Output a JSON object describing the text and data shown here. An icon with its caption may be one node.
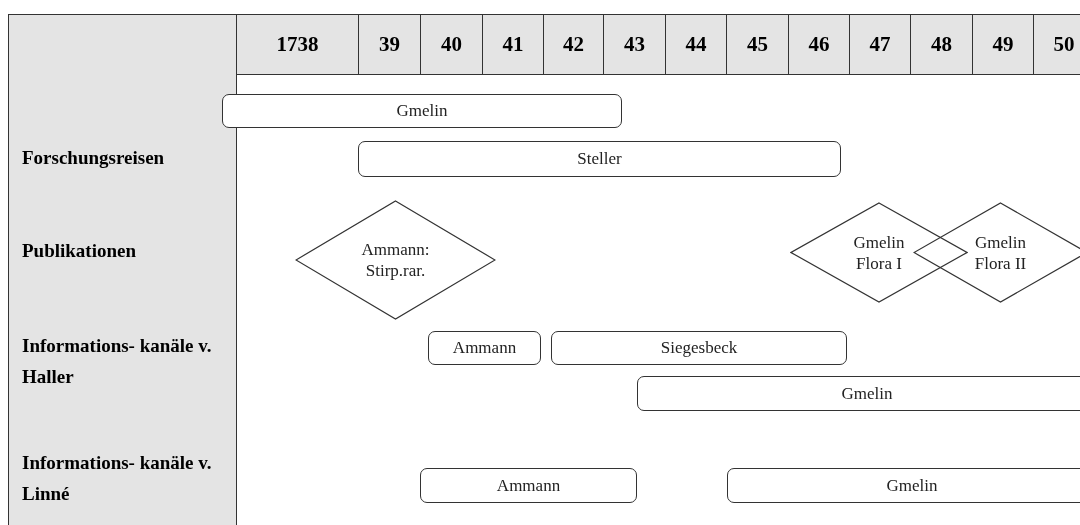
{
  "diagram": {
    "nodes": [
      {
        "text": [
          "Gmelin"
        ]
      },
      {
        "text": [
          "Steller"
        ]
      },
      {
        "text": [
          "Ammann: Stirp.rar."
        ]
      },
      {
        "text": [
          "Gmelin Flora I"
        ]
      },
      {
        "text": [
          "Gmelin Flora II"
        ]
      },
      {
        "text": [
          "Ammann"
        ]
      },
      {
        "text": [
          "Siegesbeck"
        ]
      },
      {
        "text": [
          "Gmelin"
        ]
      },
      {
        "text": [
          "Ammann"
        ]
      },
      {
        "text": [
          "Gmelin"
        ]
      }
    ],
    "labels": [
      "1738",
      "39",
      "40",
      "41",
      "42",
      "43",
      "44",
      "45",
      "46",
      "47",
      "48",
      "49",
      "50",
      "Forschungsreisen",
      "Publikationen",
      "Informations- kanäle v. Haller",
      "Informations- kanäle v. Linné"
    ]
  }
}
